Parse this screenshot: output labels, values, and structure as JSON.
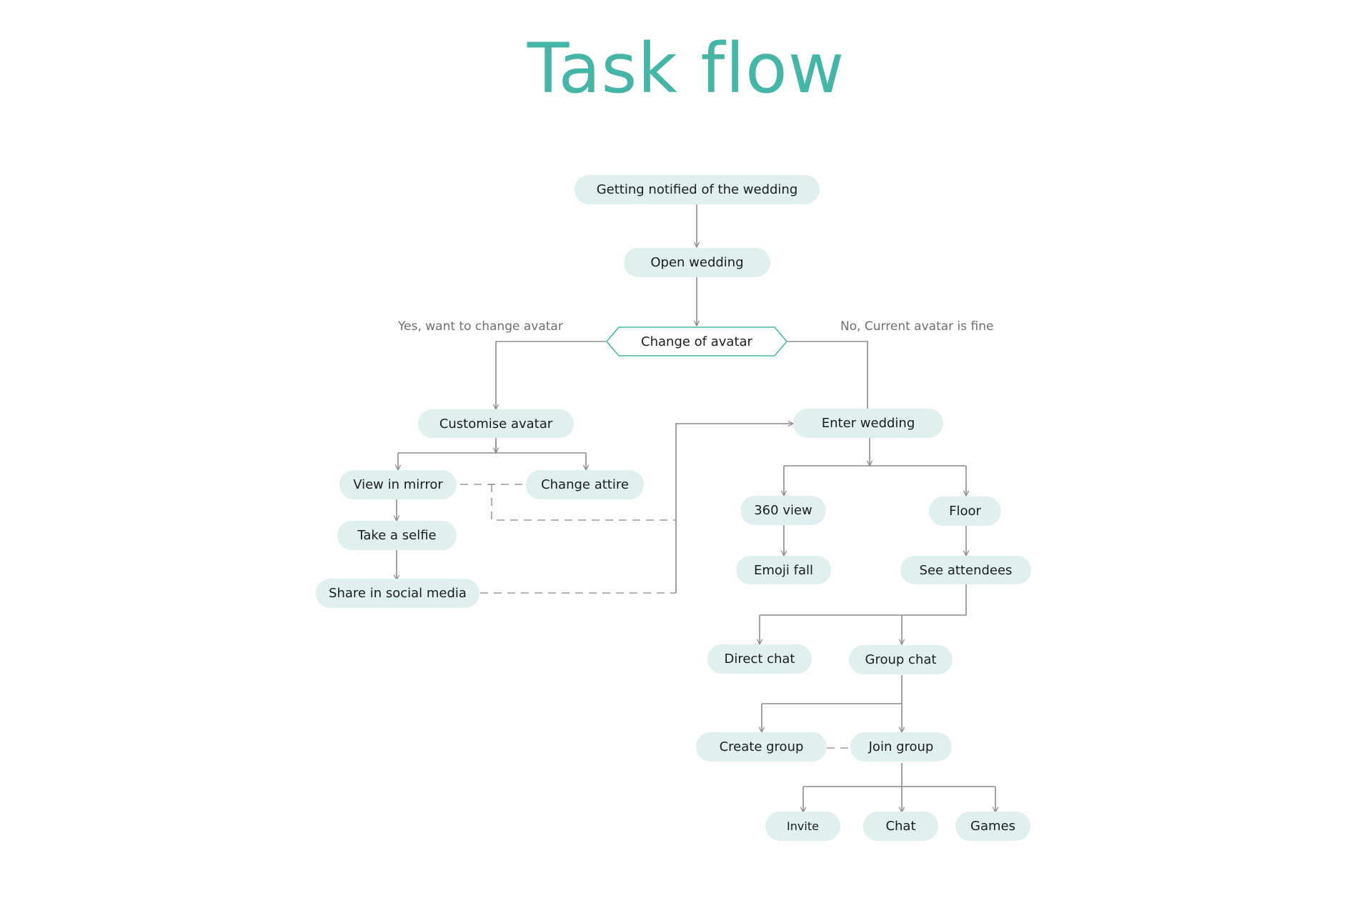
{
  "title": "Task flow",
  "colors": {
    "accent": "#45b5a8",
    "node_fill": "#dff0ee",
    "connector": "#8a8a8a"
  },
  "decision": {
    "label": "Change of avatar"
  },
  "branches": {
    "yes": "Yes, want to change avatar",
    "no": "No, Current avatar is fine"
  },
  "nodes": {
    "notified": "Getting notified of the wedding",
    "open_wedding": "Open wedding",
    "customise_avatar": "Customise avatar",
    "view_in_mirror": "View in mirror",
    "change_attire": "Change attire",
    "take_selfie": "Take a selfie",
    "share_social": "Share in social media",
    "enter_wedding": "Enter wedding",
    "view_360": "360 view",
    "emoji_fall": "Emoji fall",
    "floor": "Floor",
    "see_attendees": "See attendees",
    "direct_chat": "Direct chat",
    "group_chat": "Group chat",
    "create_group": "Create group",
    "join_group": "Join group",
    "invite": "Invite",
    "chat": "Chat",
    "games": "Games"
  }
}
